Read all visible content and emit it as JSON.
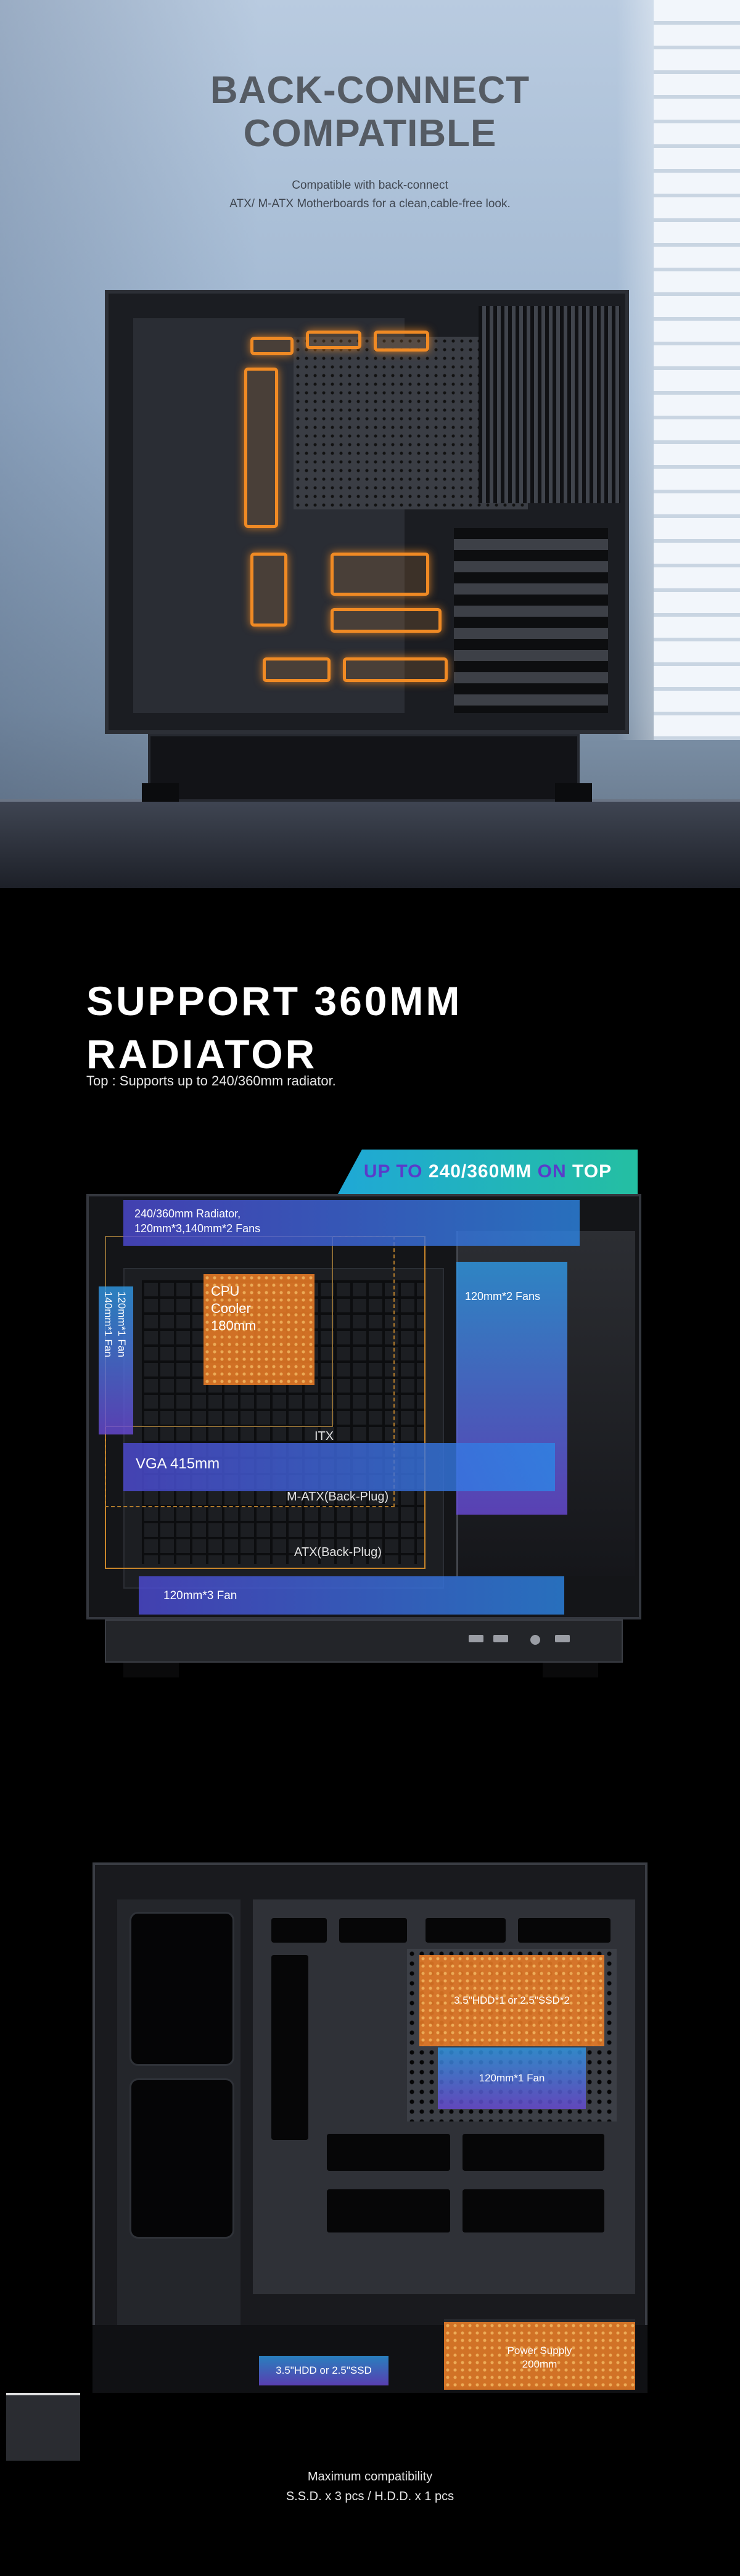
{
  "section1": {
    "title_line1": "BACK-CONNECT",
    "title_line2": "COMPATIBLE",
    "desc_line1": "Compatible with back-connect",
    "desc_line2": "ATX/ M-ATX Motherboards for a clean,cable-free look."
  },
  "section2": {
    "title_line1": "SUPPORT 360MM",
    "title_line2": "RADIATOR",
    "subtitle": "Top : Supports up to 240/360mm radiator.",
    "banner": {
      "part1": "UP TO",
      "part2": "240/360MM",
      "part3": "ON",
      "part4": "TOP"
    },
    "overlays": {
      "top_radiator_line1": "240/360mm Radiator,",
      "top_radiator_line2": "120mm*3,140mm*2 Fans",
      "rear_fan_line1": "120mm*1 Fan",
      "rear_fan_line2": "140mm*1 Fan",
      "cpu_cooler_line1": "CPU",
      "cpu_cooler_line2": "Cooler",
      "cpu_cooler_line3": "180mm",
      "side_fans": "120mm*2 Fans",
      "vga": "VGA 415mm",
      "bottom_fans": "120mm*3 Fan",
      "mb_itx": "ITX",
      "mb_matx": "M-ATX(Back-Plug)",
      "mb_atx": "ATX(Back-Plug)"
    }
  },
  "section3": {
    "overlays": {
      "drive_cage": "3.5\"HDD*1 or 2.5\"SSD*2",
      "rear_fan": "120mm*1 Fan",
      "psu_line1": "Power Supply",
      "psu_line2": "200mm",
      "bottom_drive": "3.5\"HDD or 2.5\"SSD"
    },
    "caption_line1": "Maximum compatibility",
    "caption_line2": "S.S.D. x 3 pcs / H.D.D. x 1 pcs"
  },
  "colors": {
    "accent_orange": "#f08a24",
    "accent_blue": "#2d86e6",
    "accent_purple": "#6a4ad8",
    "banner_teal": "#24bfa2"
  }
}
